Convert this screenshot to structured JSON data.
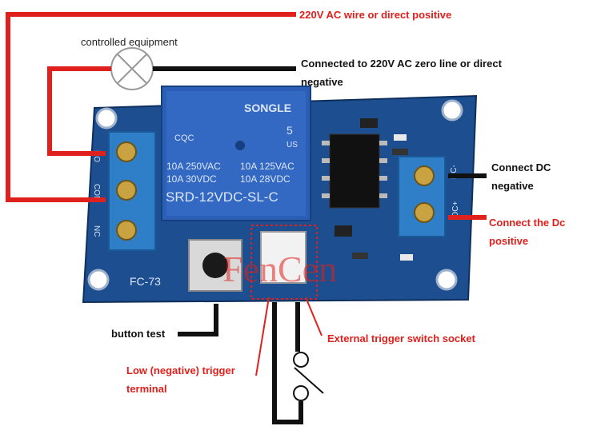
{
  "labels": {
    "ac_wire": "220V AC wire or direct positive",
    "controlled_equipment": "controlled equipment",
    "zero_line": "Connected to 220V AC zero line or direct negative",
    "dc_negative": "Connect DC negative",
    "dc_positive": "Connect the Dc positive",
    "button_test": "button test",
    "ext_socket": "External trigger switch socket",
    "low_trigger": "Low (negative) trigger terminal"
  },
  "board": {
    "relay_brand": "SONGLE",
    "relay_num": "5",
    "relay_us": "US",
    "relay_cqc": "CQC",
    "relay_rating_1": "10A 250VAC",
    "relay_rating_2": "10A 125VAC",
    "relay_rating_3": "10A 30VDC",
    "relay_rating_4": "10A 28VDC",
    "relay_model": "SRD-12VDC-SL-C",
    "terminal_no": "NO",
    "terminal_com": "COM",
    "terminal_nc": "NC",
    "model": "FC-73",
    "dc_minus": "DC-",
    "dc_plus": "DC+"
  },
  "colors": {
    "wire_red": "#e0201c",
    "wire_black": "#111111",
    "pcb_blue": "#1d4e8f",
    "relay_blue": "#2a5fb5",
    "terminal_blue": "#2f7fc8"
  }
}
